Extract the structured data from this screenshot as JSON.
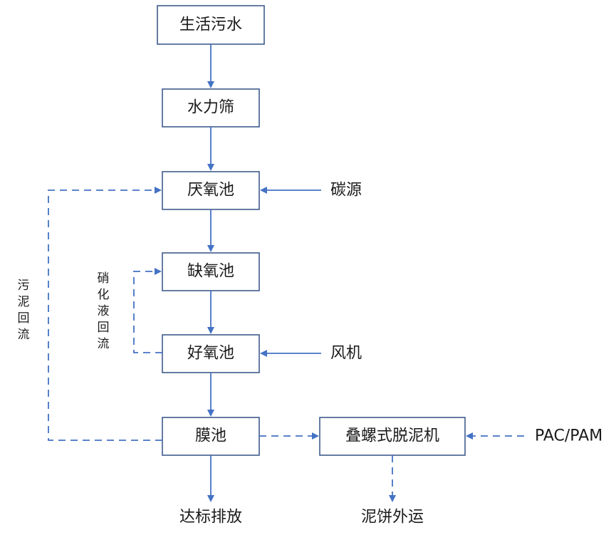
{
  "boxes": {
    "sewage": "生活污水",
    "screen": "水力筛",
    "anaerobic": "厌氧池",
    "anoxic": "缺氧池",
    "aerobic": "好氧池",
    "membrane": "膜池",
    "dewatering": "叠螺式脱泥机"
  },
  "external": {
    "carbon_source": "碳源",
    "blower": "风机",
    "chemicals": "PAC/PAM",
    "discharge": "达标排放",
    "sludge_cake": "泥饼外运"
  },
  "side_labels": {
    "sludge_return": [
      "污",
      "泥",
      "回",
      "流"
    ],
    "nitrate_return": [
      "硝",
      "化",
      "液",
      "回",
      "流"
    ]
  },
  "colors": {
    "arrow": "#4472c4",
    "box_border": "#3f5c8c"
  }
}
